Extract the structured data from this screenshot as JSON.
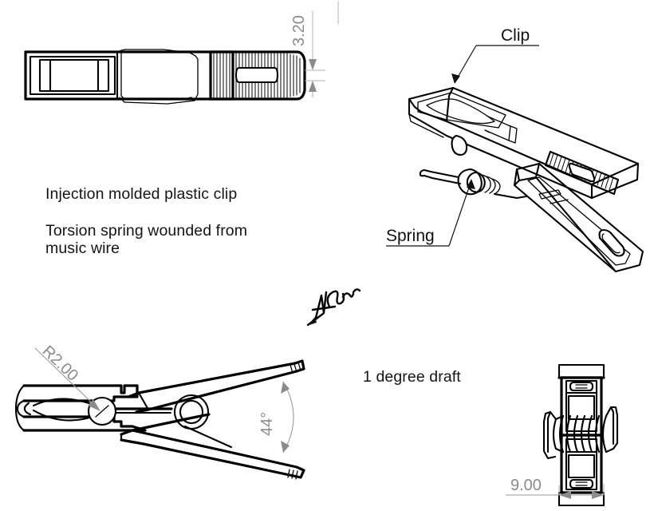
{
  "drawing": {
    "title_notes": [
      "Injection molded plastic clip",
      "Torsion spring wounded from music wire"
    ],
    "notes": {
      "injection": "Injection molded plastic clip",
      "torsion_line1": "Torsion spring wounded from",
      "torsion_line2": "music wire",
      "draft": "1 degree draft"
    },
    "callouts": {
      "clip": "Clip",
      "spring": "Spring"
    },
    "dimensions": {
      "thickness": "3.20",
      "radius": "R2.00",
      "angle": "44°",
      "width": "9.00"
    },
    "colors": {
      "line": "#000000",
      "dimension": "#8b8b8b",
      "extension": "#b4b4b4",
      "text": "#141414",
      "background": "#ffffff"
    },
    "views": {
      "top_left": "plan-view-closed-clip",
      "top_right": "isometric-view-assembly",
      "bottom_left": "side-view-open-clip",
      "bottom_right": "end-view-spring"
    },
    "signature": "designer-signature"
  }
}
